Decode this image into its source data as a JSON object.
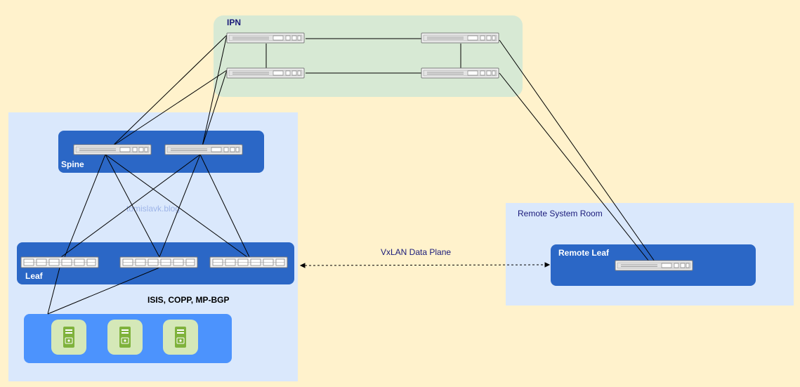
{
  "ipn": {
    "label": "IPN"
  },
  "spine": {
    "label": "Spine"
  },
  "leaf": {
    "label": "Leaf"
  },
  "protocols": {
    "label": "ISIS, COPP, MP-BGP"
  },
  "watermark": {
    "text": "tomislavk.blog"
  },
  "remote_room": {
    "label": "Remote System Room"
  },
  "remote_leaf": {
    "label": "Remote Leaf"
  },
  "vxlan": {
    "label": "VxLAN Data Plane"
  },
  "colors": {
    "background": "#fff2cc",
    "ipn_fill": "#d5e8d4",
    "site_fill": "#dae8fc",
    "tier_fill": "#2b67c6",
    "server_tray_fill": "#4c93fd",
    "server_icon_bg": "#d5e8b8",
    "server_icon_fg": "#7fb23c",
    "text_dark_blue": "#1a1a7a"
  },
  "icons": {
    "switch": "network-switch-icon",
    "server": "server-tower-icon"
  }
}
